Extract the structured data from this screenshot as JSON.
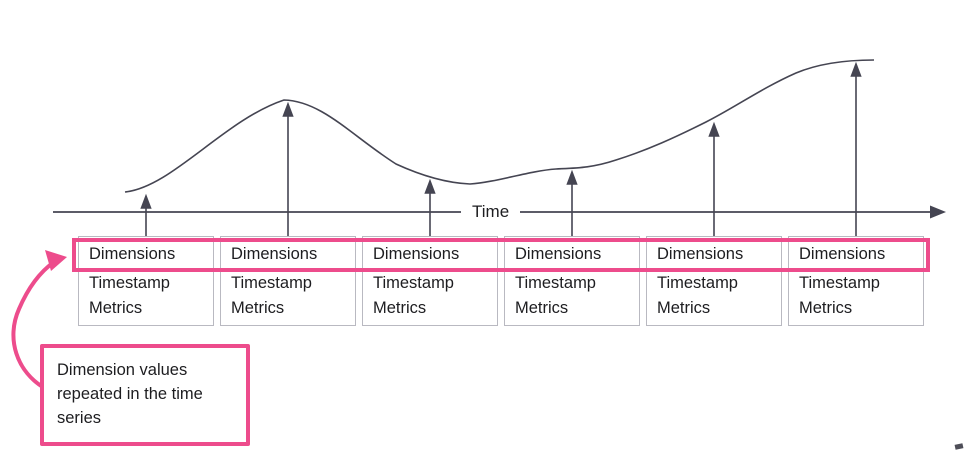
{
  "axis": {
    "label": "Time"
  },
  "records": [
    {
      "dimensions": "Dimensions",
      "timestamp": "Timestamp",
      "metrics": "Metrics"
    },
    {
      "dimensions": "Dimensions",
      "timestamp": "Timestamp",
      "metrics": "Metrics"
    },
    {
      "dimensions": "Dimensions",
      "timestamp": "Timestamp",
      "metrics": "Metrics"
    },
    {
      "dimensions": "Dimensions",
      "timestamp": "Timestamp",
      "metrics": "Metrics"
    },
    {
      "dimensions": "Dimensions",
      "timestamp": "Timestamp",
      "metrics": "Metrics"
    },
    {
      "dimensions": "Dimensions",
      "timestamp": "Timestamp",
      "metrics": "Metrics"
    }
  ],
  "annotation": {
    "text": "Dimension values repeated in the time series"
  },
  "colors": {
    "accent_pink": "#ed4c8c",
    "diagram_line": "#454552",
    "box_border": "#b9b9c1",
    "text": "#1d1d20"
  }
}
